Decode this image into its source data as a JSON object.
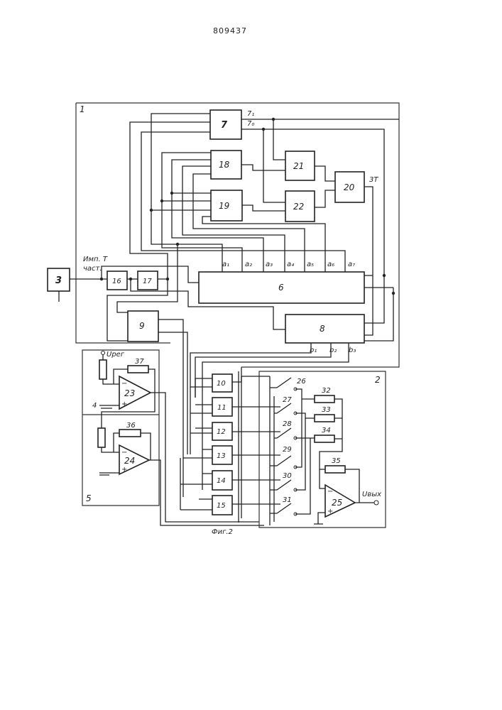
{
  "header": {
    "patent_number": "809437"
  },
  "caption": "Фиг.2",
  "frames": {
    "unit1": "1",
    "unit2": "2",
    "unit5": "5"
  },
  "blocks": {
    "b3": "3",
    "b6": "6",
    "b7": "7",
    "b8": "8",
    "b9": "9",
    "b10": "10",
    "b11": "11",
    "b12": "12",
    "b13": "13",
    "b14": "14",
    "b15": "15",
    "b16": "16",
    "b17": "17",
    "b18": "18",
    "b19": "19",
    "b20": "20",
    "b21": "21",
    "b22": "22"
  },
  "signals": {
    "out7_1": "7₁",
    "out7_0": "7₀",
    "out20": "3T",
    "imp_line1": "Имп. T",
    "imp_line2": "част.",
    "a": [
      "a₁",
      "a₂",
      "a₃",
      "a₄",
      "a₅",
      "a₆",
      "a₇"
    ],
    "b": [
      "b₁",
      "b₂",
      "b₃"
    ],
    "u_reg": "Uрег",
    "u_out": "Uвых",
    "input4": "4"
  },
  "opamps": {
    "oa23": "23",
    "oa24": "24",
    "oa25": "25"
  },
  "resistors": {
    "r32": "32",
    "r33": "33",
    "r34": "34",
    "r35": "35",
    "r36": "36",
    "r37": "37"
  },
  "switches": [
    "26",
    "27",
    "28",
    "29",
    "30",
    "31"
  ]
}
